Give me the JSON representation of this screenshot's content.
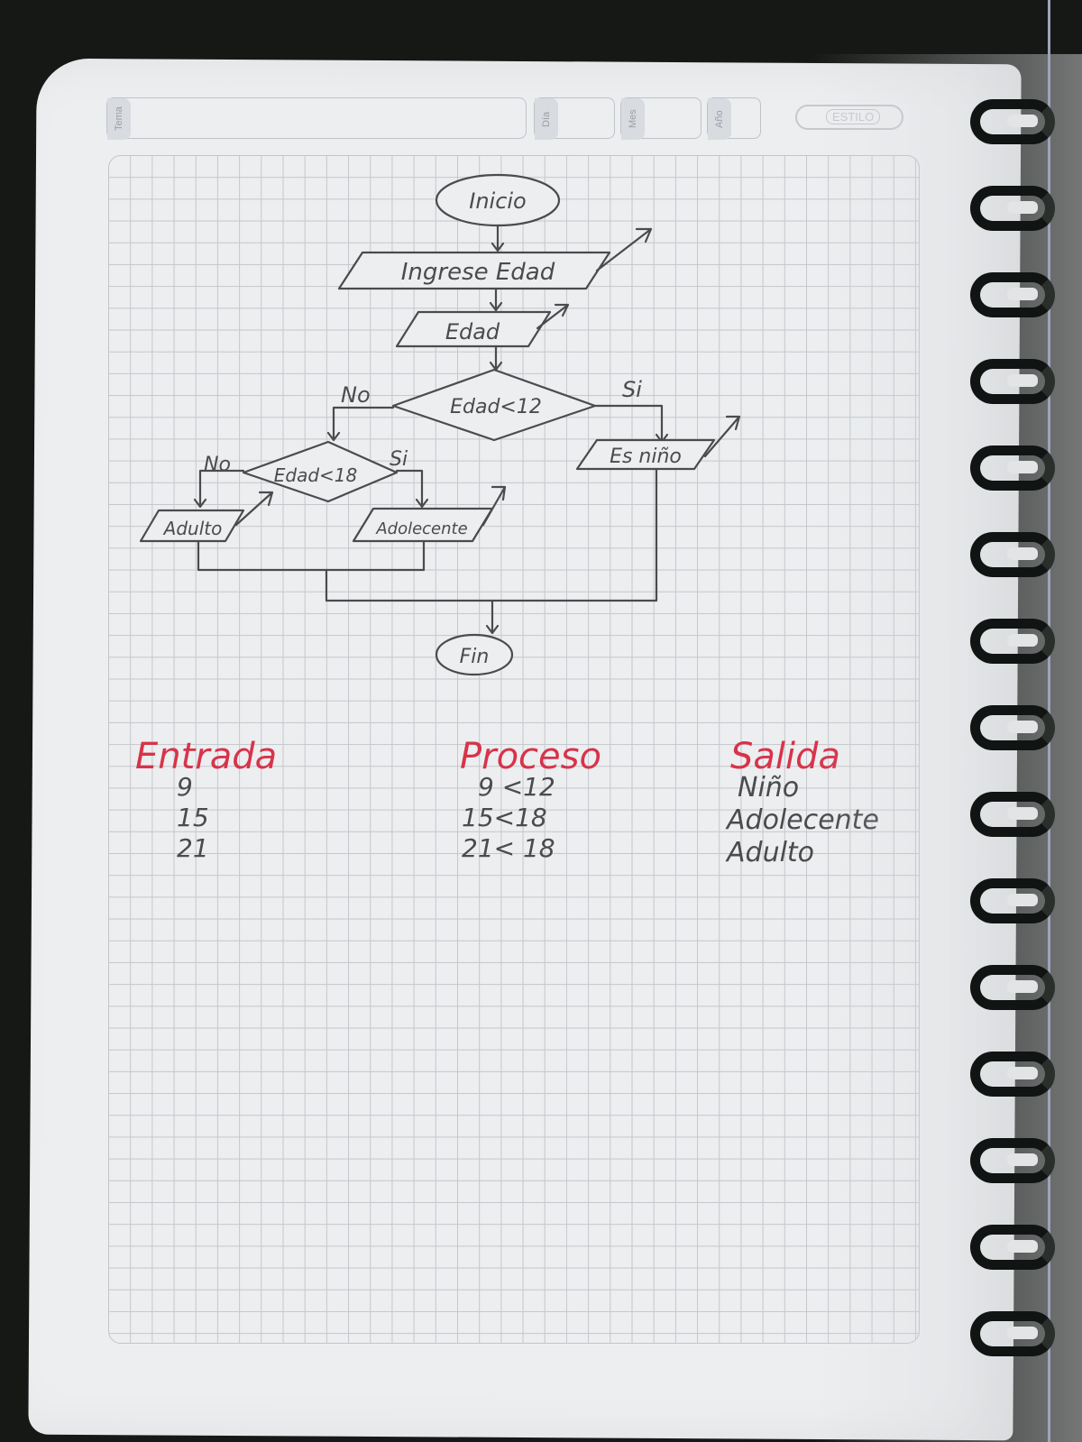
{
  "header": {
    "tema_label": "Tema",
    "dia_label": "Día",
    "mes_label": "Mes",
    "ano_label": "Año",
    "brand": "ESTILO"
  },
  "flowchart": {
    "start": "Inicio",
    "input_prompt": "Ingrese Edad",
    "input_var": "Edad",
    "decision_1": "Edad<12",
    "decision_1_no": "No",
    "decision_1_yes": "Si",
    "output_child": "Es niño",
    "decision_2": "Edad<18",
    "decision_2_no": "No",
    "decision_2_yes": "Si",
    "output_adult": "Adulto",
    "output_teen": "Adolecente",
    "end": "Fin"
  },
  "table": {
    "entrada": {
      "heading": "Entrada",
      "rows": [
        "9",
        "15",
        "21"
      ]
    },
    "proceso": {
      "heading": "Proceso",
      "rows": [
        "9 <12",
        "15<18",
        "21< 18"
      ]
    },
    "salida": {
      "heading": "Salida",
      "rows": [
        "Niño",
        "Adolecente",
        "Adulto"
      ]
    }
  },
  "colors": {
    "pencil": "#4a4b4d",
    "red_ink": "#d8334a",
    "grid": "#c4c7cc",
    "paper": "#eceef0"
  }
}
